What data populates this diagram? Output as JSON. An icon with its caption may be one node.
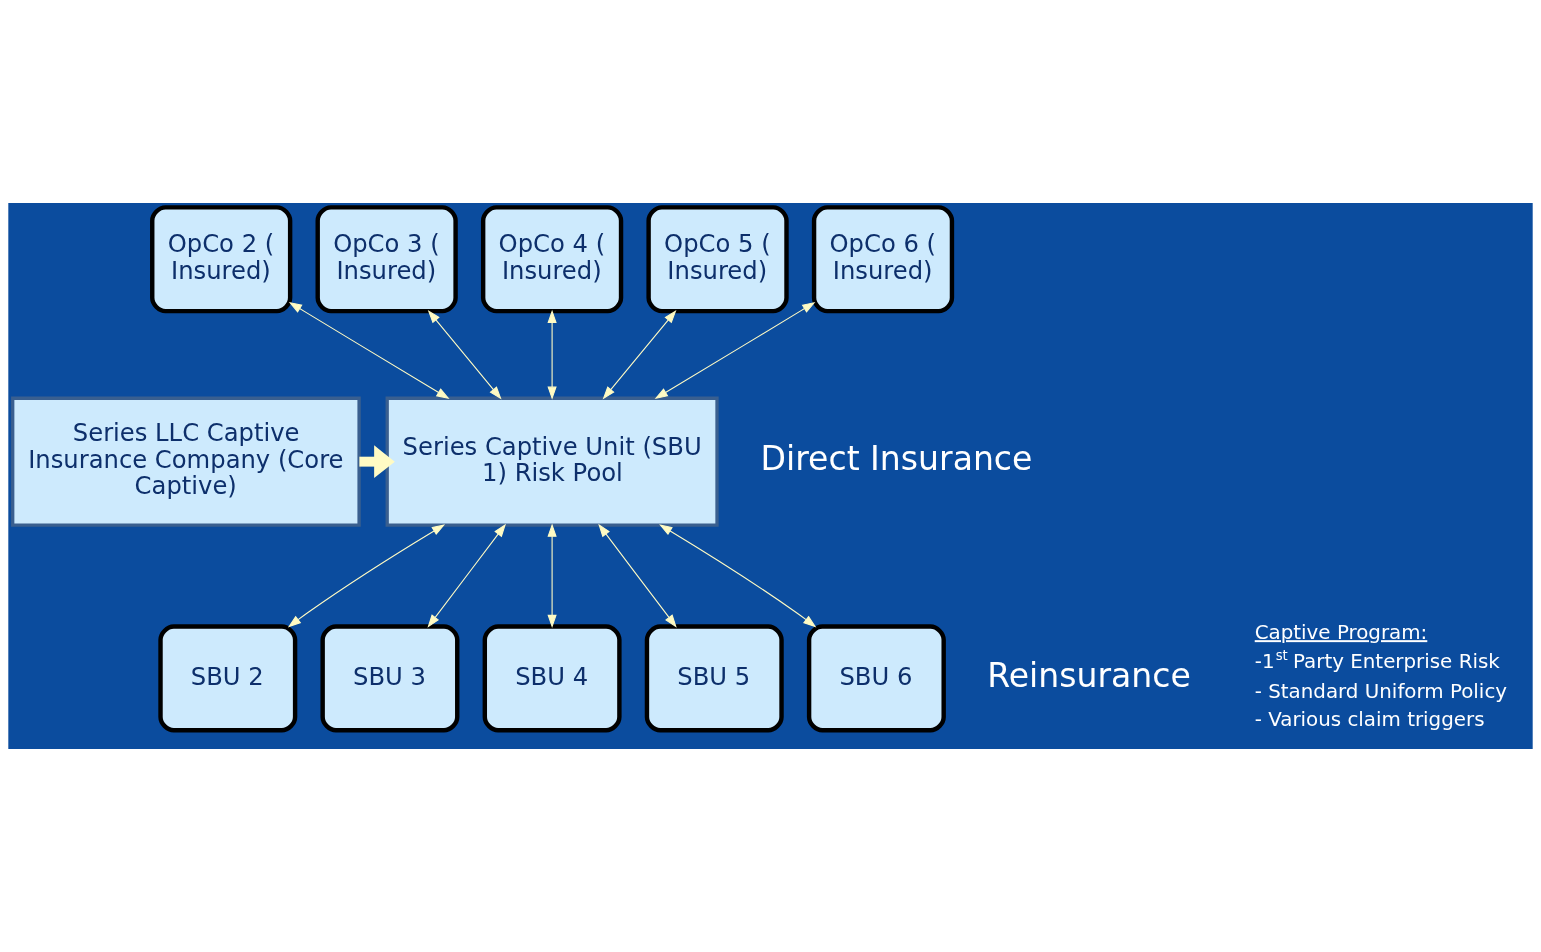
{
  "diagram": {
    "nodes": [
      {
        "text": [
          "Series LLC Captive Insurance Company (Core Captive)"
        ]
      },
      {
        "text": [
          "OpCo 2 (Insured)"
        ]
      },
      {
        "text": [
          "OpCo 3 (Insured)"
        ]
      },
      {
        "text": [
          "OpCo 4 (Insured)"
        ]
      },
      {
        "text": [
          "OpCo 5 (Insured)"
        ]
      },
      {
        "text": [
          "OpCo 6 (Insured)"
        ]
      },
      {
        "text": [
          "Series Captive Unit (SBU 1) Risk Pool"
        ]
      },
      {
        "text": [
          "SBU 2"
        ]
      },
      {
        "text": [
          "SBU 3"
        ]
      },
      {
        "text": [
          "SBU 4"
        ]
      },
      {
        "text": [
          "SBU 5"
        ]
      },
      {
        "text": [
          "SBU 6"
        ]
      }
    ],
    "edges": [
      {
        "from": 0,
        "to": 6,
        "arrow": "to",
        "style": "thick"
      },
      {
        "from": 1,
        "to": 6,
        "arrow": "both"
      },
      {
        "from": 2,
        "to": 6,
        "arrow": "both"
      },
      {
        "from": 3,
        "to": 6,
        "arrow": "both"
      },
      {
        "from": 4,
        "to": 6,
        "arrow": "both"
      },
      {
        "from": 5,
        "to": 6,
        "arrow": "both"
      },
      {
        "from": 6,
        "to": 7,
        "arrow": "both"
      },
      {
        "from": 6,
        "to": 8,
        "arrow": "both"
      },
      {
        "from": 6,
        "to": 9,
        "arrow": "both"
      },
      {
        "from": 6,
        "to": 10,
        "arrow": "both"
      },
      {
        "from": 6,
        "to": 11,
        "arrow": "both"
      }
    ],
    "labels": [
      "Direct Insurance",
      "Reinsurance",
      "Captive Program:",
      "-1$^{st}$ Party Enterprise Risk",
      "- Standard Uniform Policy",
      "- Various claim triggers"
    ]
  }
}
